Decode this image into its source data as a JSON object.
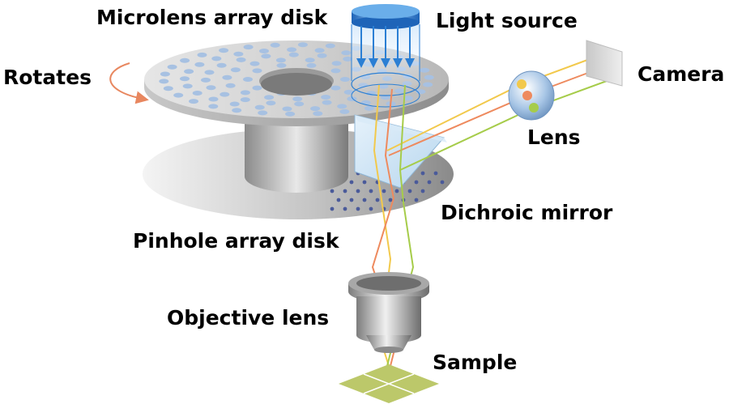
{
  "labels": {
    "microlens_disk": "Microlens array disk",
    "light_source": "Light source",
    "rotates": "Rotates",
    "camera": "Camera",
    "lens": "Lens",
    "dichroic_mirror": "Dichroic mirror",
    "pinhole_disk": "Pinhole array disk",
    "objective_lens": "Objective lens",
    "sample": "Sample"
  },
  "colors": {
    "ray_yellow": "#f2c94c",
    "ray_orange": "#ee8a5e",
    "ray_green": "#a6cc4a",
    "light_arrow": "#2b7fd4",
    "rotate_arrow": "#e8875f",
    "sample": "#bcc86a",
    "pinhole_dot": "#4a5a9a"
  },
  "icons": {
    "rotation": "curved-arrow-icon",
    "light": "down-arrows-icon"
  }
}
